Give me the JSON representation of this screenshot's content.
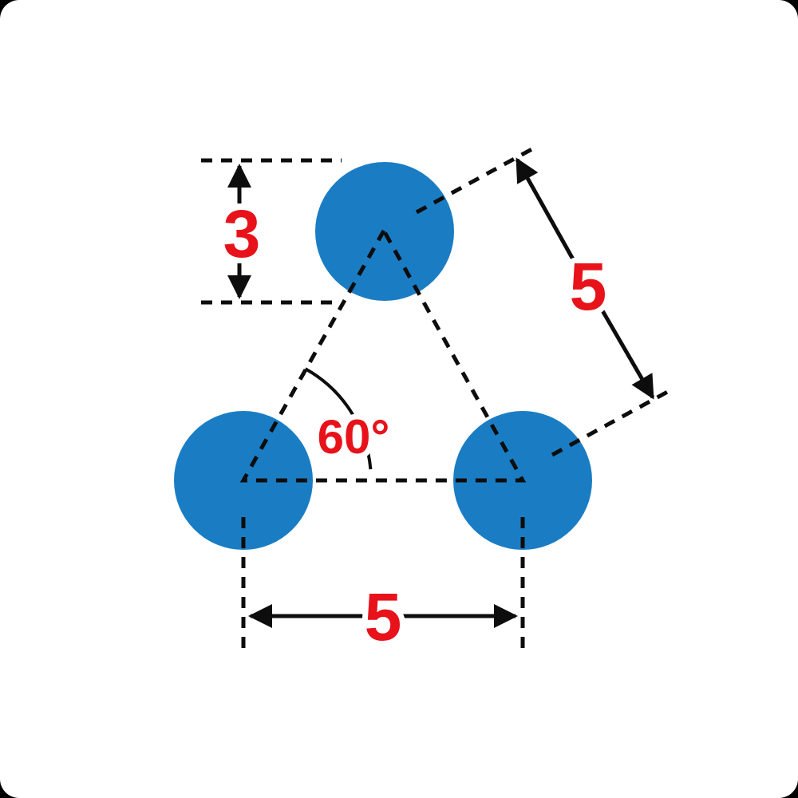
{
  "diagram": {
    "name": "bolt-hole-pattern-dimension-diagram",
    "colors": {
      "circle_fill": "#1a7dc4",
      "dimension_text": "#e8121a",
      "line": "#0d0d0d",
      "background": "#ffffff"
    },
    "labels": {
      "vertical_dimension": "3",
      "diagonal_dimension": "5",
      "angle_dimension": "60°",
      "horizontal_dimension": "5"
    }
  }
}
